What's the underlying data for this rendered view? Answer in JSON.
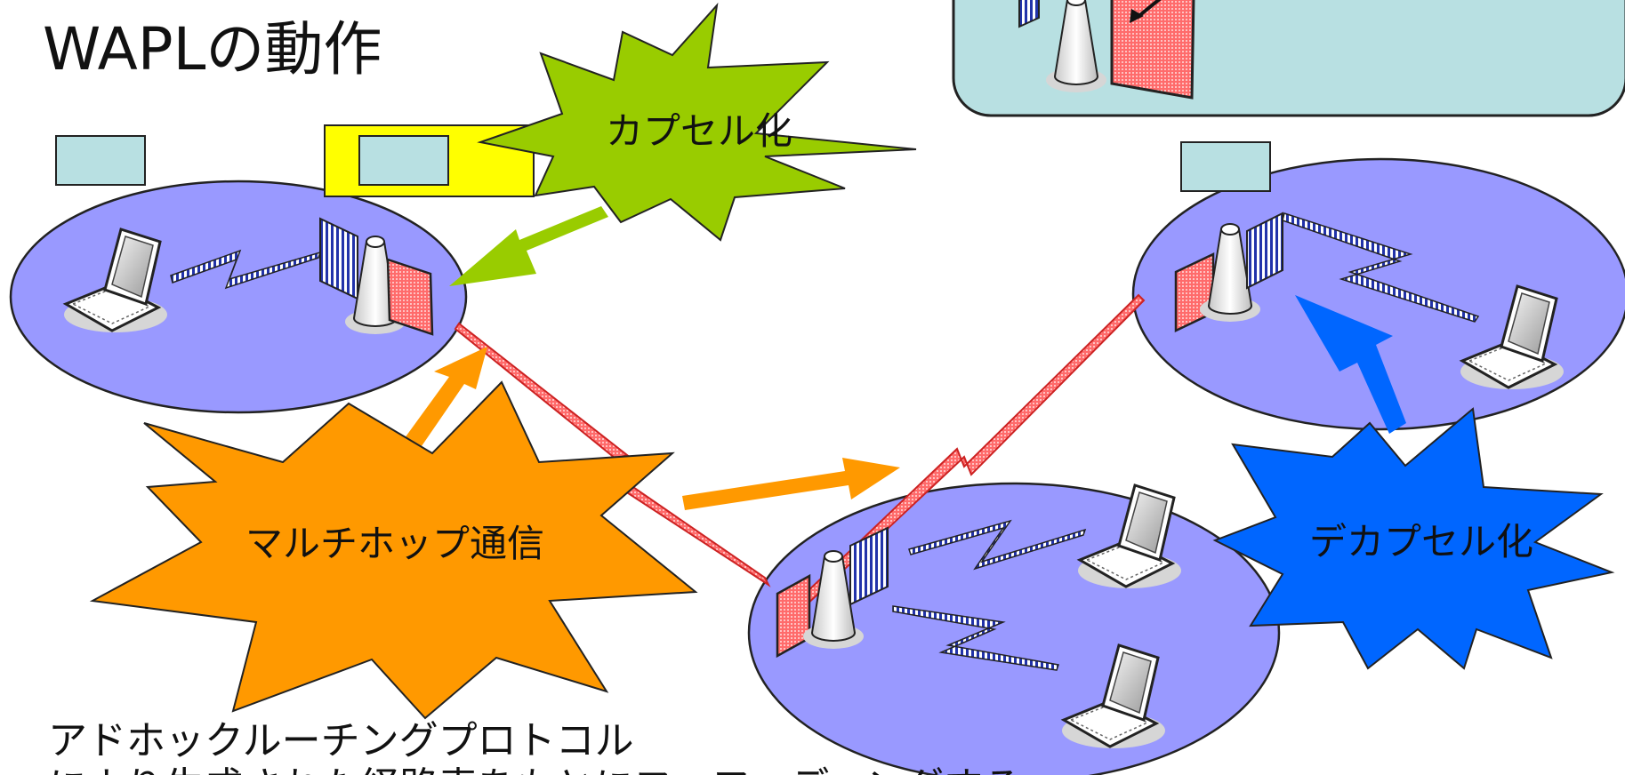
{
  "slide": {
    "title": "WAPLの動作",
    "caption_line1": "アドホックルーチングプロトコル",
    "caption_line2": "により生成された経路表をもとにフォワーディングする"
  },
  "bursts": {
    "encapsulation": "カプセル化",
    "multihop": "マルチホップ通信",
    "decapsulation": "デカプセル化"
  },
  "colors": {
    "cell": "#9999ff",
    "panel": "#b8e0e2",
    "highlight": "#ffff00",
    "encap_burst": "#99cc00",
    "multihop_burst": "#ff9900",
    "decap_burst": "#0066ff",
    "wireless_link": "#ff3333",
    "access_link": "#3333aa"
  },
  "icons": [
    "laptop-icon",
    "access-point-icon",
    "wireless-link-icon",
    "arrow-icon"
  ]
}
